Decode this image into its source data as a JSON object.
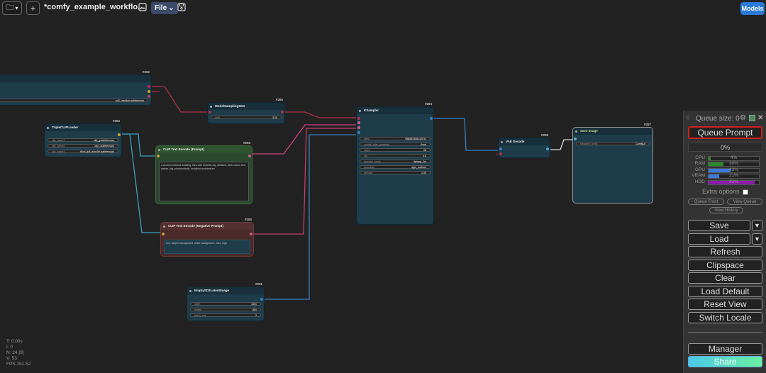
{
  "topbar": {
    "workflow_title": "*comfy_example_workflo...",
    "file_label": "File",
    "models_label": "Models"
  },
  "nodes": {
    "n292": {
      "id": "#292",
      "ckpt_value": "sd3_medium.safetensors"
    },
    "n285": {
      "id": "#285",
      "title": "ModelSamplingSD3",
      "shift_label": "shift",
      "shift_value": "3.00"
    },
    "n284": {
      "id": "#284",
      "title": "TripleCLIPLoader",
      "widgets": [
        {
          "label": "clip_name1",
          "value": "clip_g.safetensors"
        },
        {
          "label": "clip_name2",
          "value": "clip_l.safetensors"
        },
        {
          "label": "clip_name3",
          "value": "t5xxl_fp8_e4m3fn.safetensors"
        }
      ]
    },
    "n283": {
      "id": "#283",
      "title": "CLIP Text Encode (Prompt)",
      "text": "a ancient Chinese building, flies with endless city, detailed, dark cloud, tree, nature, fog, photorealistic, buddhist architecture"
    },
    "n290": {
      "id": "#290",
      "title": "CLIP Text Encode (Negative Prompt)",
      "text": "text, simple background, white background, ears, logo"
    },
    "n294": {
      "id": "#294",
      "title": "KSampler",
      "widgets": [
        {
          "label": "seed",
          "value": "958092308142011"
        },
        {
          "label": "control_after_generate",
          "value": "fixed"
        },
        {
          "label": "steps",
          "value": "28"
        },
        {
          "label": "cfg",
          "value": "4.5"
        },
        {
          "label": "sampler_name",
          "value": "dpmpp_2m"
        },
        {
          "label": "scheduler",
          "value": "sgm_uniform"
        },
        {
          "label": "denoise",
          "value": "1.00"
        }
      ]
    },
    "n291": {
      "id": "#291",
      "title": "EmptySD3LatentImage",
      "widgets": [
        {
          "label": "width",
          "value": "1400"
        },
        {
          "label": "height",
          "value": "800"
        },
        {
          "label": "batch_size",
          "value": "3"
        }
      ]
    },
    "n296": {
      "id": "#296",
      "title": "VAE Decode"
    },
    "n297": {
      "id": "#297",
      "title": "Save Image",
      "prefix_label": "filename_prefix",
      "prefix_value": "ComfyUI"
    }
  },
  "stats": {
    "t": "T: 0.00s",
    "i": "I: 0",
    "n": "N: 24 [9]",
    "v": "V: 53",
    "fps": "FPS:151.52"
  },
  "panel": {
    "queue_size": "Queue size: 0",
    "queue_prompt": "Queue Prompt",
    "progress": "0%",
    "resources": [
      {
        "label": "CPU",
        "value": "4%",
        "pct": 4,
        "color": "#2a8a2a"
      },
      {
        "label": "RAM",
        "value": "30%",
        "pct": 30,
        "color": "#2a8a2a"
      },
      {
        "label": "GPU",
        "value": "43%",
        "pct": 43,
        "color": "#3a7bd8"
      },
      {
        "label": "VRAM",
        "value": "21%",
        "pct": 21,
        "color": "#3a7bd8"
      },
      {
        "label": "HDD",
        "value": "92%",
        "pct": 92,
        "color": "#8a1aa8"
      }
    ],
    "extra_options": "Extra options",
    "queue_front": "Queue Front",
    "view_queue": "View Queue",
    "view_history": "View History",
    "save": "Save",
    "load": "Load",
    "refresh": "Refresh",
    "clipspace": "Clipspace",
    "clear": "Clear",
    "load_default": "Load Default",
    "reset_view": "Reset View",
    "switch_locale": "Switch Locale",
    "manager": "Manager",
    "share": "Share"
  }
}
